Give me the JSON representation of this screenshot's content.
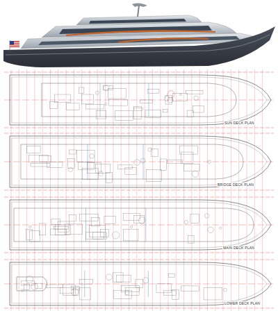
{
  "diagram": {
    "labels": [
      "SUN DECK PLAN",
      "BRIDGE DECK PLAN",
      "MAIN DECK PLAN",
      "LOWER DECK PLAN"
    ]
  }
}
